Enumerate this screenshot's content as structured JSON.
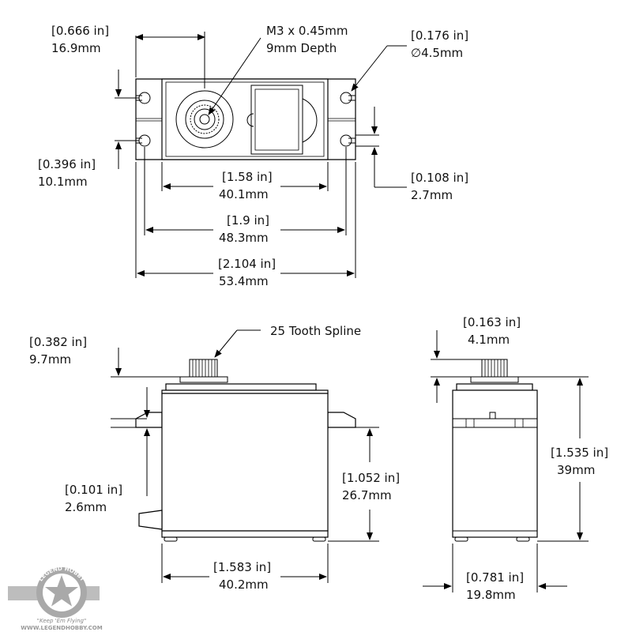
{
  "dimensions": {
    "mount_hole_offset": {
      "in": "[0.666 in]",
      "mm": "16.9mm"
    },
    "screw": {
      "line1": "M3 x 0.45mm",
      "line2": "9mm Depth"
    },
    "hole_dia": {
      "in": "[0.176 in]",
      "mm": "∅4.5mm"
    },
    "hole_spacing": {
      "in": "[0.396 in]",
      "mm": "10.1mm"
    },
    "tab_gap": {
      "in": "[0.108 in]",
      "mm": "2.7mm"
    },
    "body_width": {
      "in": "[1.58 in]",
      "mm": "40.1mm"
    },
    "hole_pitch": {
      "in": "[1.9 in]",
      "mm": "48.3mm"
    },
    "overall_length": {
      "in": "[2.104 in]",
      "mm": "53.4mm"
    },
    "spline_height": {
      "in": "[0.382 in]",
      "mm": "9.7mm"
    },
    "spline_label": "25 Tooth Spline",
    "tab_thickness": {
      "in": "[0.101 in]",
      "mm": "2.6mm"
    },
    "tab_height": {
      "in": "[1.052 in]",
      "mm": "26.7mm"
    },
    "side_body_length": {
      "in": "[1.583 in]",
      "mm": "40.2mm"
    },
    "spline_top": {
      "in": "[0.163 in]",
      "mm": "4.1mm"
    },
    "total_height": {
      "in": "[1.535 in]",
      "mm": "39mm"
    },
    "body_depth": {
      "in": "[0.781 in]",
      "mm": "19.8mm"
    }
  },
  "logo": {
    "arc_text": "LEGEND HOBBY",
    "slogan": "\"Keep 'Em Flying\"",
    "url": "WWW.LEGENDHOBBY.COM"
  }
}
